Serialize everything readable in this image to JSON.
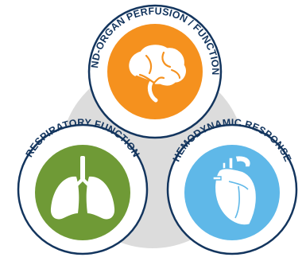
{
  "diagram": {
    "background_circle_color": "#dcdcdc",
    "ring_color": "#13355e",
    "nodes": [
      {
        "id": "brain",
        "label": "END-ORGAN PERFUSION / FUNCTION",
        "icon": "brain-icon",
        "fill": "#f5911e"
      },
      {
        "id": "lungs",
        "label": "RESPIRATORY FUNCTION",
        "icon": "lungs-icon",
        "fill": "#6f9a36"
      },
      {
        "id": "heart",
        "label": "HEMODYNAMIC RESPONSE",
        "icon": "heart-icon",
        "fill": "#5fb8e8"
      }
    ]
  }
}
